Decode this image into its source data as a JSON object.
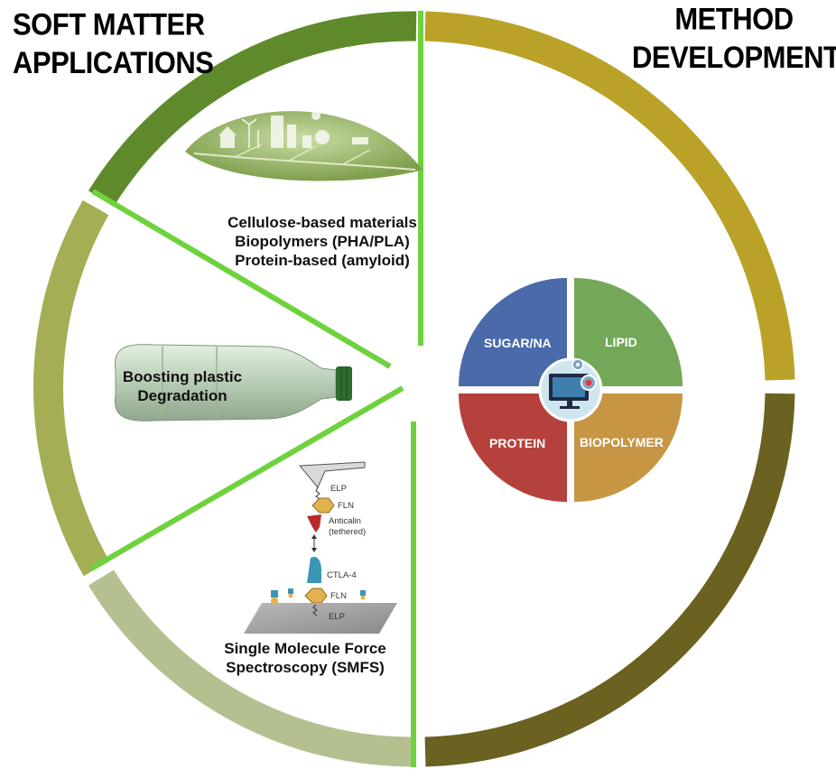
{
  "headings": {
    "left_line1": "SOFT MATTER",
    "left_line2": "APPLICATIONS",
    "right_line1": "METHOD",
    "right_line2": "DEVELOPMENT"
  },
  "sections": {
    "materials": {
      "line1": "Cellulose-based materials",
      "line2": "Biopolymers (PHA/PLA)",
      "line3": "Protein-based (amyloid)"
    },
    "plastic": {
      "line1": "Boosting plastic",
      "line2": "Degradation"
    },
    "smfs": {
      "line1": "Single Molecule Force",
      "line2": "Spectroscopy (SMFS)"
    }
  },
  "smfs_diagram": {
    "elp_top": "ELP",
    "fln_top": "FLN",
    "anticalin_line1": "Anticalin",
    "anticalin_line2": "(tethered)",
    "ctla4": "CTLA-4",
    "fln_bottom": "FLN",
    "elp_bottom": "ELP"
  },
  "method_quadrants": {
    "top_left": "SUGAR/NA",
    "top_right": "LIPID",
    "bottom_left": "PROTEIN",
    "bottom_right": "BIOPOLYMER"
  },
  "colors": {
    "ring_right_top": "#b9a227",
    "ring_right_bottom": "#6b6120",
    "ring_left_top": "#5f8a2c",
    "ring_left_mid": "#a5ad55",
    "ring_left_bottom": "#b4c090",
    "divider_green": "#6ed23d",
    "quad_blue": "#4a6aa9",
    "quad_green": "#74a859",
    "quad_red": "#b5413c",
    "quad_orange": "#c79644"
  }
}
